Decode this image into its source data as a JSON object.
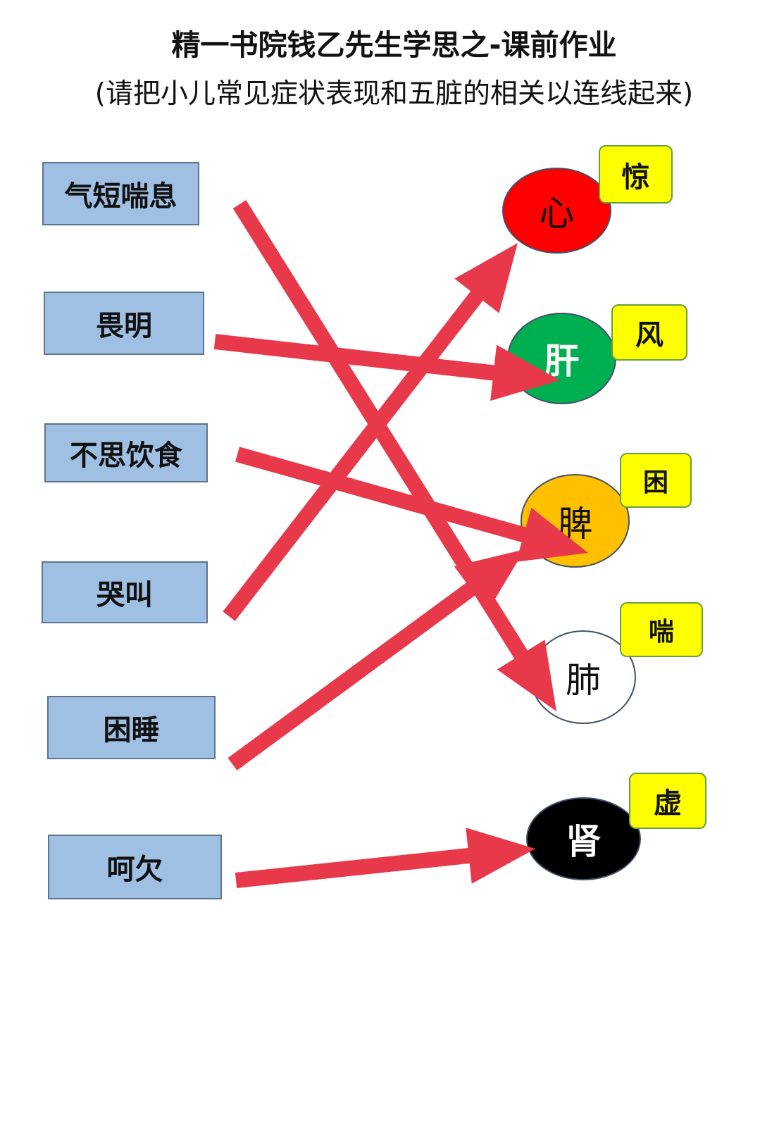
{
  "title": "精一书院钱乙先生学思之-课前作业",
  "subtitle": "(请把小儿常见症状表现和五脏的相关以连线起来)",
  "symptoms": [
    {
      "label": "气短喘息"
    },
    {
      "label": "畏明"
    },
    {
      "label": "不思饮食"
    },
    {
      "label": "哭叫"
    },
    {
      "label": "困睡"
    },
    {
      "label": "呵欠"
    }
  ],
  "organs": [
    {
      "label": "心",
      "color": "#ff0000",
      "text_color": "#111111",
      "tag": "惊"
    },
    {
      "label": "肝",
      "color": "#00b050",
      "text_color": "#ffffff",
      "tag": "风"
    },
    {
      "label": "脾",
      "color": "#ffc000",
      "text_color": "#111111",
      "tag": "困"
    },
    {
      "label": "肺",
      "color": "#ffffff",
      "text_color": "#111111",
      "tag": "喘"
    },
    {
      "label": "肾",
      "color": "#000000",
      "text_color": "#ffffff",
      "tag": "虚"
    }
  ],
  "arrow_color": "#e8394a",
  "connections": [
    {
      "from": "气短喘息",
      "to": "肺"
    },
    {
      "from": "畏明",
      "to": "肝"
    },
    {
      "from": "不思饮食",
      "to": "脾"
    },
    {
      "from": "哭叫",
      "to": "心"
    },
    {
      "from": "困睡",
      "to": "脾"
    },
    {
      "from": "呵欠",
      "to": "肾"
    }
  ]
}
